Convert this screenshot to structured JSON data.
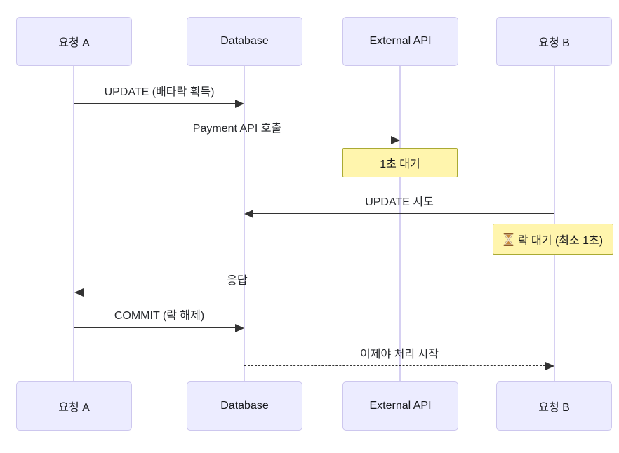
{
  "diagram": {
    "type": "sequence-diagram",
    "actors": [
      {
        "label": "요청 A"
      },
      {
        "label": "Database"
      },
      {
        "label": "External API"
      },
      {
        "label": "요청 B"
      }
    ],
    "messages": [
      {
        "label": "UPDATE (배타락 획득)",
        "from": "요청 A",
        "to": "Database",
        "line": "solid",
        "direction": "right"
      },
      {
        "label": "Payment API 호출",
        "from": "요청 A",
        "to": "External API",
        "line": "solid",
        "direction": "right"
      },
      {
        "label": "UPDATE 시도",
        "from": "요청 B",
        "to": "Database",
        "line": "solid",
        "direction": "left"
      },
      {
        "label": "응답",
        "from": "External API",
        "to": "요청 A",
        "line": "dashed",
        "direction": "left"
      },
      {
        "label": "COMMIT (락 해제)",
        "from": "요청 A",
        "to": "Database",
        "line": "solid",
        "direction": "right"
      },
      {
        "label": "이제야 처리 시작",
        "from": "Database",
        "to": "요청 B",
        "line": "dashed",
        "direction": "right"
      }
    ],
    "notes": [
      {
        "label": "1초 대기",
        "over": "External API",
        "icon": null
      },
      {
        "label": "락 대기 (최소 1초)",
        "over": "요청 B",
        "icon": "hourglass-icon"
      }
    ],
    "colors": {
      "actor_fill": "#ECECFF",
      "actor_border": "#CDC7EE",
      "lifeline": "#D6D0F2",
      "note_fill": "#FFF5AD",
      "note_border": "#AAAA33",
      "arrow": "#333333",
      "text": "#1F2328",
      "background": "#FFFFFF"
    }
  }
}
